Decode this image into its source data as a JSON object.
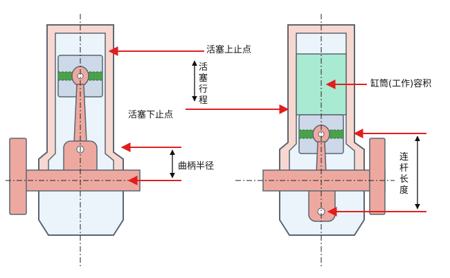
{
  "colors": {
    "wall_fill": "#f6d8d0",
    "wall_stroke": "#5a6470",
    "interior": "#eaf4fa",
    "piston": "#cdd8e8",
    "crank_pink": "#eda9a0",
    "pin_green": "#3c9a3c",
    "gas": "#a8ead2",
    "arrow_red": "#e01e1e"
  },
  "labels": {
    "tdc": "活塞上止点",
    "stroke": "活塞行程",
    "bdc": "活塞下止点",
    "crank_radius": "曲柄半径",
    "cylinder_volume": "缸筒(工作)容积",
    "rod_length": "连杆长度"
  }
}
